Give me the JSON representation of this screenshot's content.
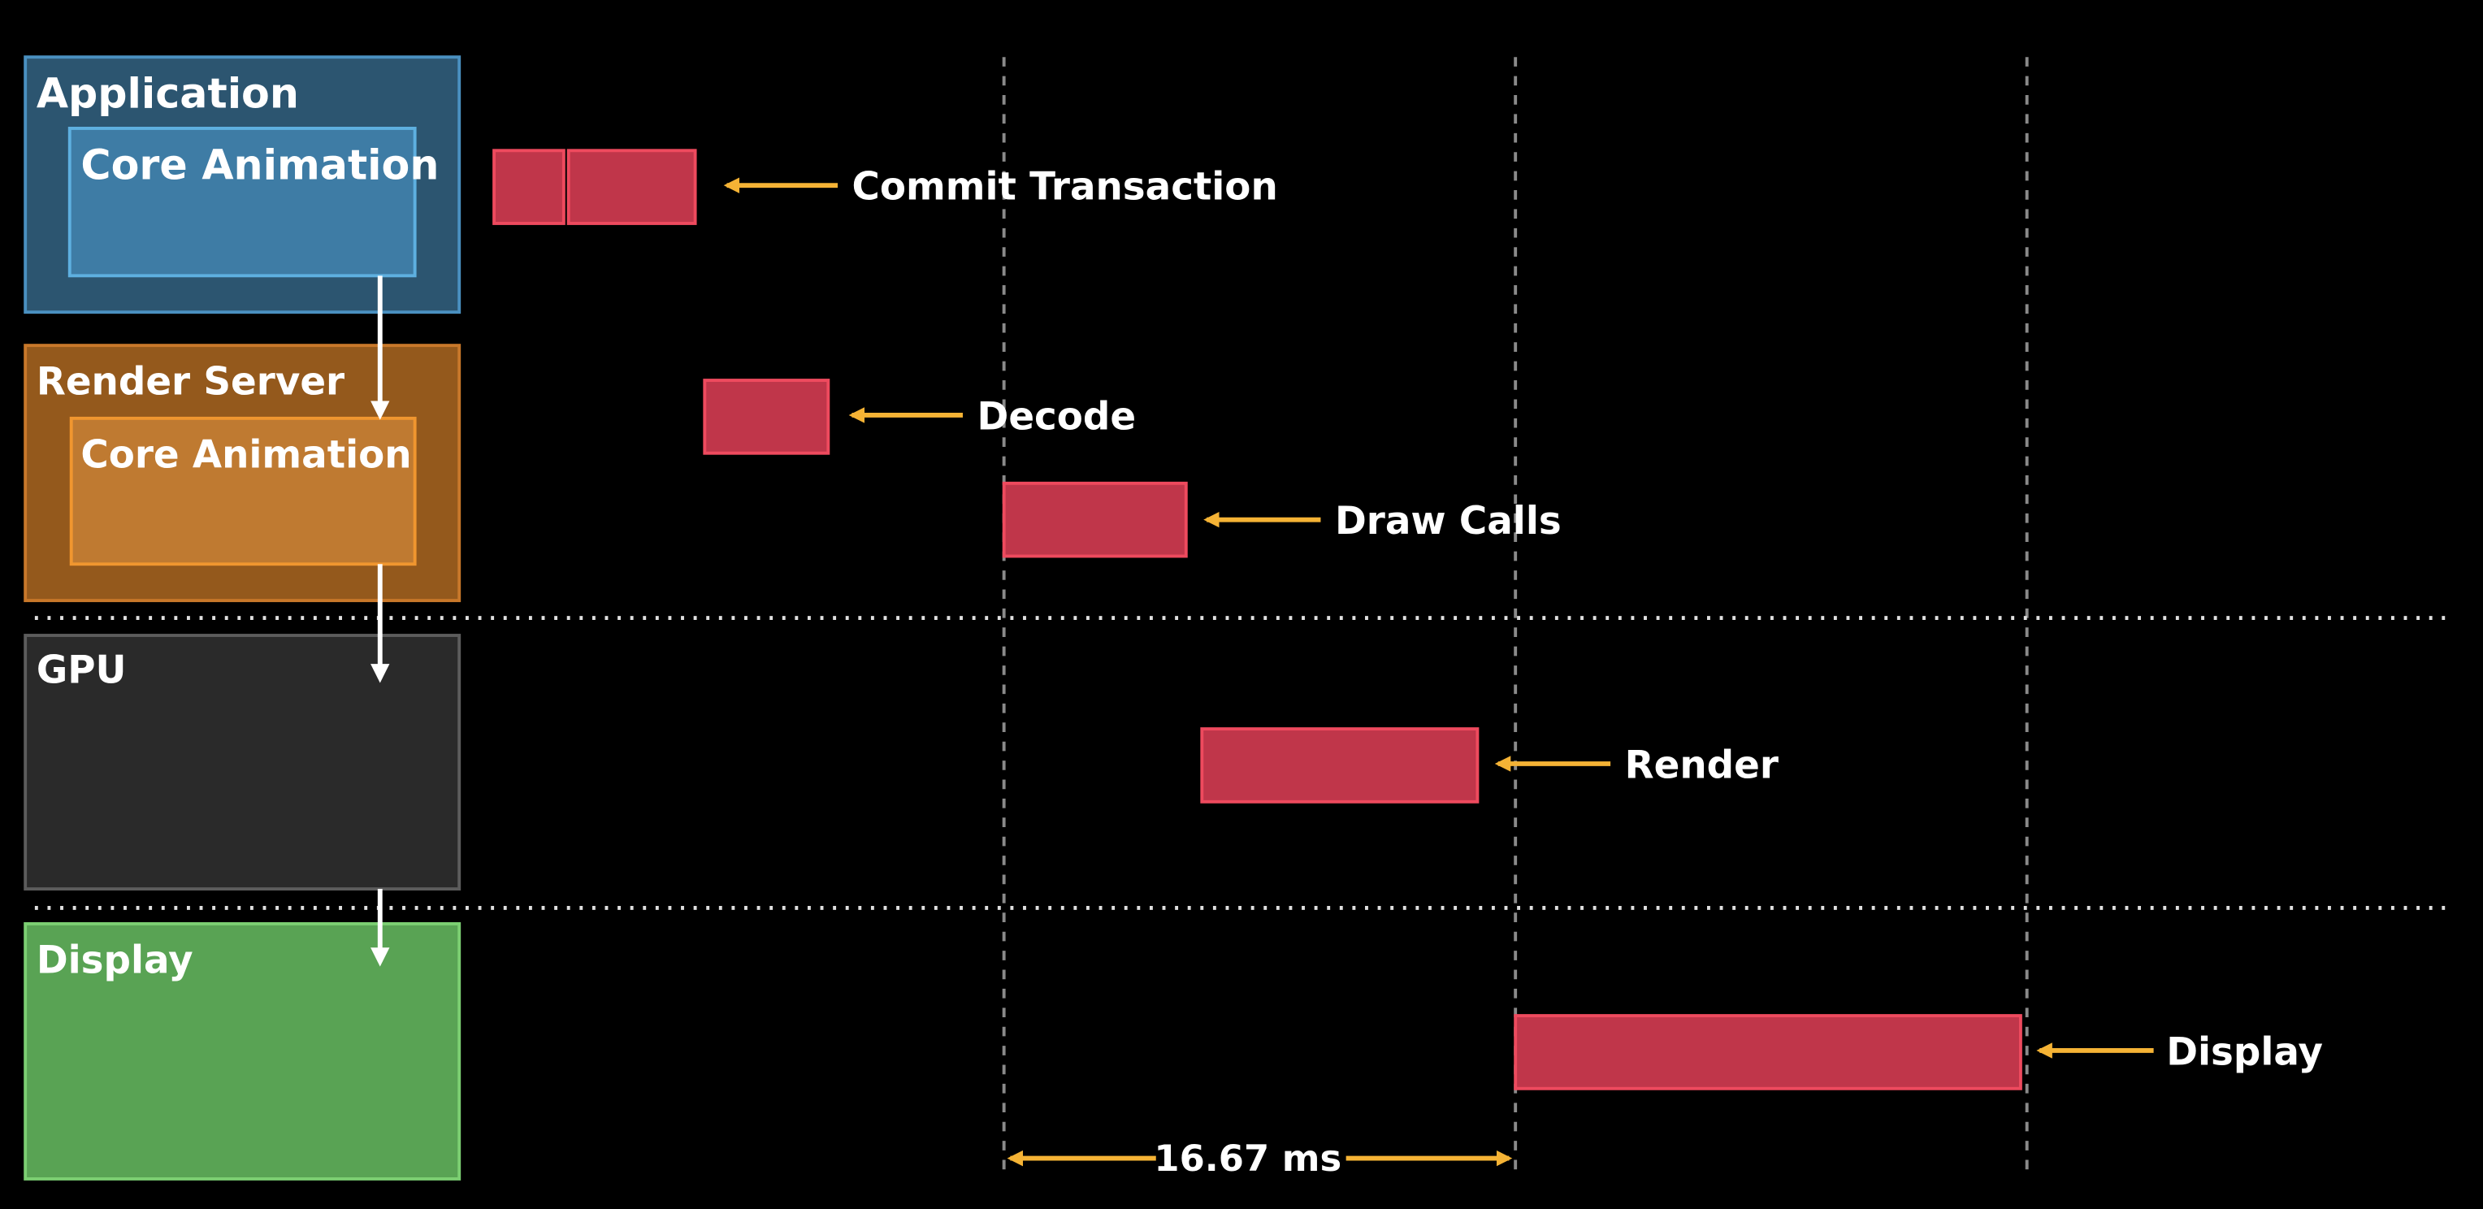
{
  "layers": {
    "application": {
      "label": "Application",
      "inner_label": "Core Animation"
    },
    "render_server": {
      "label": "Render Server",
      "inner_label": "Core Animation"
    },
    "gpu": {
      "label": "GPU"
    },
    "display": {
      "label": "Display"
    }
  },
  "timeline": {
    "stages": [
      {
        "label": "Commit Transaction"
      },
      {
        "label": "Decode"
      },
      {
        "label": "Draw Calls"
      },
      {
        "label": "Render"
      },
      {
        "label": "Display"
      }
    ],
    "frame_interval_label": "16.67 ms"
  },
  "colors": {
    "background": "#000000",
    "application_fill": "#2c5570",
    "application_inner_fill": "#3e7ca5",
    "application_border": "#4a90c0",
    "render_server_fill": "#94591c",
    "render_server_inner_fill": "#bf7a31",
    "render_server_border": "#e08a30",
    "gpu_fill": "#2a2a2a",
    "gpu_border": "#5c5c5c",
    "display_fill": "#59a354",
    "display_border": "#7ccf72",
    "task_fill": "#c0364a",
    "task_border": "#ee4a5e",
    "arrow": "#f5b335",
    "flow_arrow": "#ffffff",
    "gridline": "#8a8a8a",
    "separator": "#e0e0e0"
  }
}
